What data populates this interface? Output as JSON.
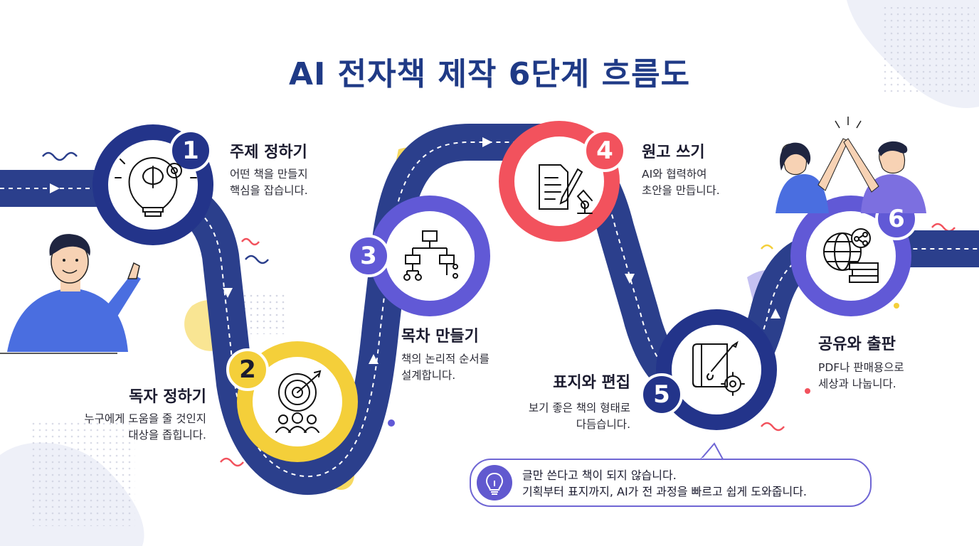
{
  "title": "AI 전자책 제작 6단계 흐름도",
  "steps": [
    {
      "num": "1",
      "title": "주제 정하기",
      "desc": [
        "어떤 책을 만들지",
        "핵심을 잡습니다."
      ],
      "icon": "lightbulb-brain-gear-icon",
      "color": "#23348a"
    },
    {
      "num": "2",
      "title": "독자 정하기",
      "desc": [
        "누구에게 도움을 줄 것인지",
        "대상을 좁힙니다."
      ],
      "icon": "target-audience-icon",
      "color": "#f4cf3a"
    },
    {
      "num": "3",
      "title": "목차 만들기",
      "desc": [
        "책의 논리적 순서를",
        "설계합니다."
      ],
      "icon": "hierarchy-flowchart-icon",
      "color": "#6159d6"
    },
    {
      "num": "4",
      "title": "원고 쓰기",
      "desc": [
        "AI와 협력하여",
        "초안을 만듭니다."
      ],
      "icon": "document-pen-robot-arm-icon",
      "color": "#f2525d"
    },
    {
      "num": "5",
      "title": "표지와 편집",
      "desc": [
        "보기 좋은 책의 형태로",
        "다듬습니다."
      ],
      "icon": "book-brush-gear-icon",
      "color": "#23348a"
    },
    {
      "num": "6",
      "title": "공유와 출판",
      "desc": [
        "PDF나 판매용으로",
        "세상과 나눕니다."
      ],
      "icon": "globe-share-books-icon",
      "color": "#6159d6"
    }
  ],
  "note": {
    "icon": "lightbulb-icon",
    "lines": [
      "글만 쓴다고 책이 되지 않습니다.",
      "기획부터 표지까지, AI가 전 과정을 빠르고 쉽게 도와줍니다."
    ]
  },
  "colors": {
    "road": "#2b3f8c",
    "navy": "#23348a",
    "yellow": "#f4cf3a",
    "purple": "#6159d6",
    "red": "#f2525d",
    "title": "#1f3a86"
  }
}
